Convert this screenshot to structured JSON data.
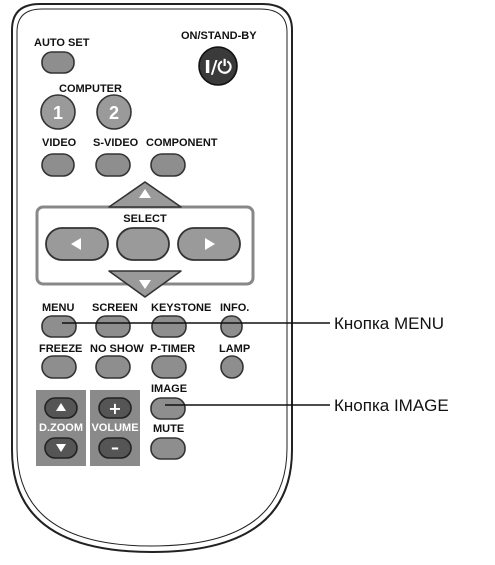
{
  "labels": {
    "auto_set": "AUTO SET",
    "on_standby": "ON/STAND-BY",
    "power_symbol": "I/⏻",
    "computer": "COMPUTER",
    "computer_1": "1",
    "computer_2": "2",
    "video": "VIDEO",
    "s_video": "S-VIDEO",
    "component": "COMPONENT",
    "select": "SELECT",
    "menu": "MENU",
    "screen": "SCREEN",
    "keystone": "KEYSTONE",
    "info": "INFO.",
    "freeze": "FREEZE",
    "no_show": "NO SHOW",
    "p_timer": "P-TIMER",
    "lamp": "LAMP",
    "image": "IMAGE",
    "mute": "MUTE",
    "d_zoom": "D.ZOOM",
    "volume": "VOLUME",
    "plus": "+",
    "minus": "–"
  },
  "callouts": {
    "menu_button": "Кнопка MENU",
    "image_button": "Кнопка IMAGE"
  },
  "colors": {
    "button_gray": "#8e8e8e",
    "button_dark": "#555555",
    "panel_gray": "#8a8a8a",
    "outline": "#333333"
  }
}
